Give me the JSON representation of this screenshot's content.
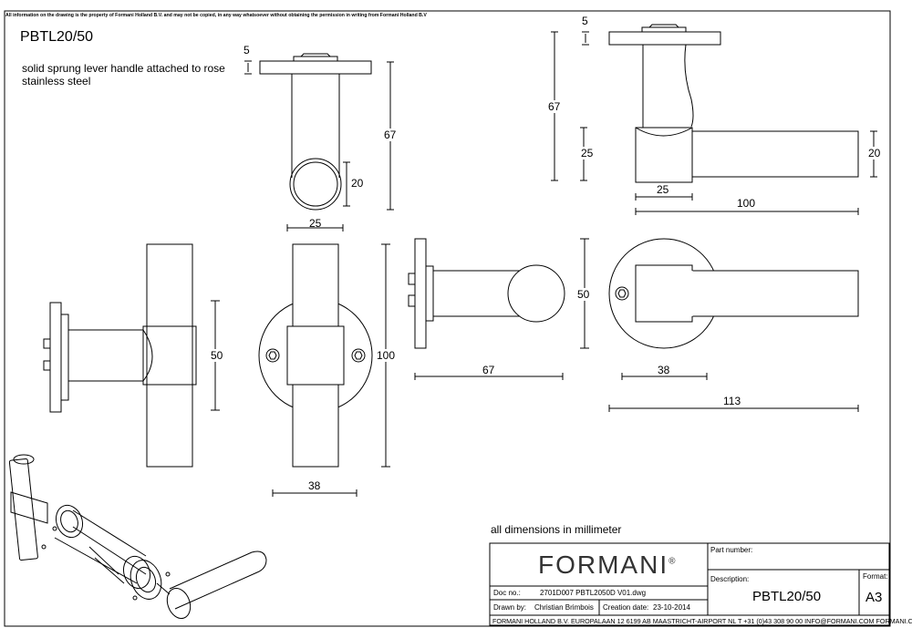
{
  "disclaimer": "All information on the drawing is the property of Formani Holland B.V. and may not be copied, in any way whatsoever without obtaining the permission in writing from Formani Holland B.V",
  "product_code": "PBTL20/50",
  "description": [
    "solid sprung lever handle attached to rose",
    "stainless steel"
  ],
  "units_note": "all dimensions in millimeter",
  "dimensions": {
    "top_view": {
      "rose_thickness": "5",
      "height": "67",
      "diameter": "20",
      "width": "25"
    },
    "side_top_right": {
      "rose_thickness": "5",
      "height": "67",
      "grip_height": "25",
      "lever_diameter": "20",
      "grip_width": "25",
      "lever_length": "100"
    },
    "front_left": {
      "height": "50"
    },
    "front_center": {
      "height": "100",
      "width": "38"
    },
    "side_middle": {
      "height": "50",
      "depth": "67"
    },
    "back_right": {
      "grip": "38",
      "length": "113"
    }
  },
  "title_block": {
    "brand": "FORMANI",
    "brand_mark": "®",
    "part_number_label": "Part number:",
    "description_label": "Description:",
    "description_value": "PBTL20/50",
    "format_label": "Format:",
    "format_value": "A3",
    "doc_no_label": "Doc no.:",
    "doc_no_value": "2701D007 PBTL2050D V01.dwg",
    "drawn_by_label": "Drawn by:",
    "drawn_by_value": "Christian Brimbois",
    "creation_date_label": "Creation date:",
    "creation_date_value": "23-10-2014",
    "footer": "FORMANI HOLLAND B.V.  EUROPALAAN 12  6199 AB MAASTRICHT-AIRPORT NL  T +31 (0)43 308 90 00 INFO@FORMANI.COM FORMANI.COM"
  }
}
